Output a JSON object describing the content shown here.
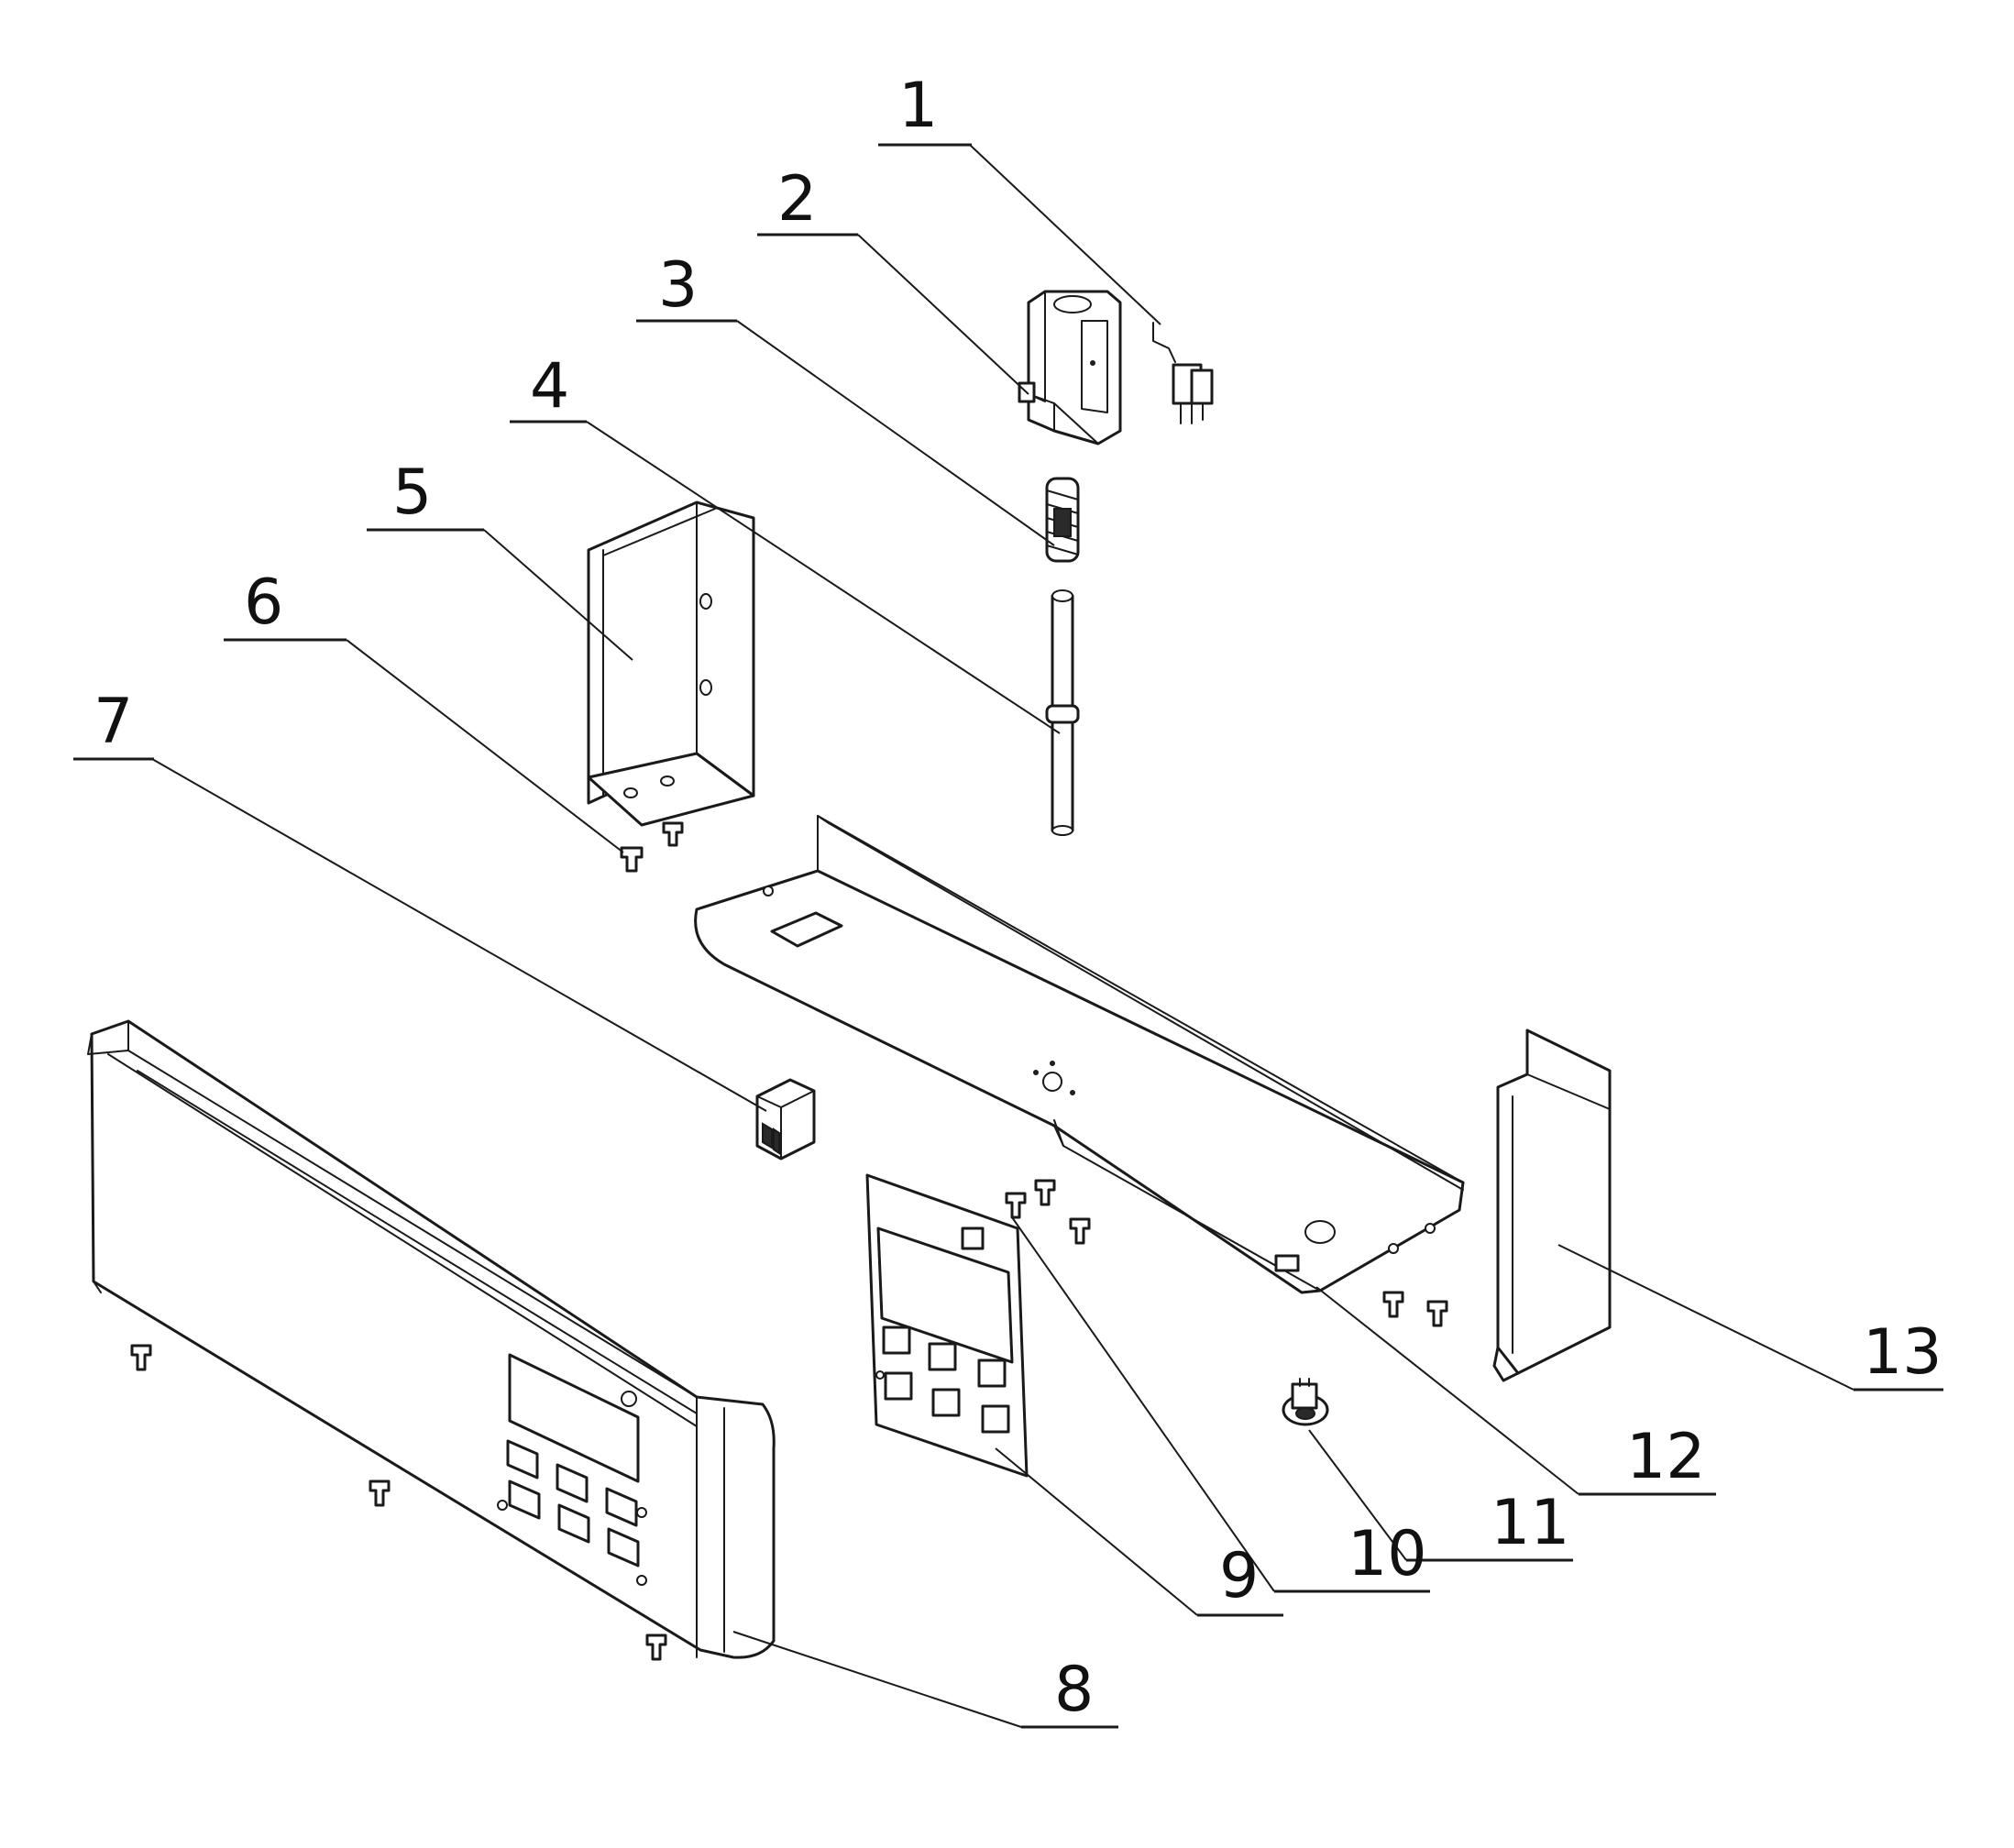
{
  "callouts": [
    "1",
    "2",
    "3",
    "4",
    "5",
    "6",
    "7",
    "8",
    "9",
    "10",
    "11",
    "12",
    "13"
  ],
  "colors": {
    "line": "#1a1a1a",
    "background": "#ffffff"
  }
}
